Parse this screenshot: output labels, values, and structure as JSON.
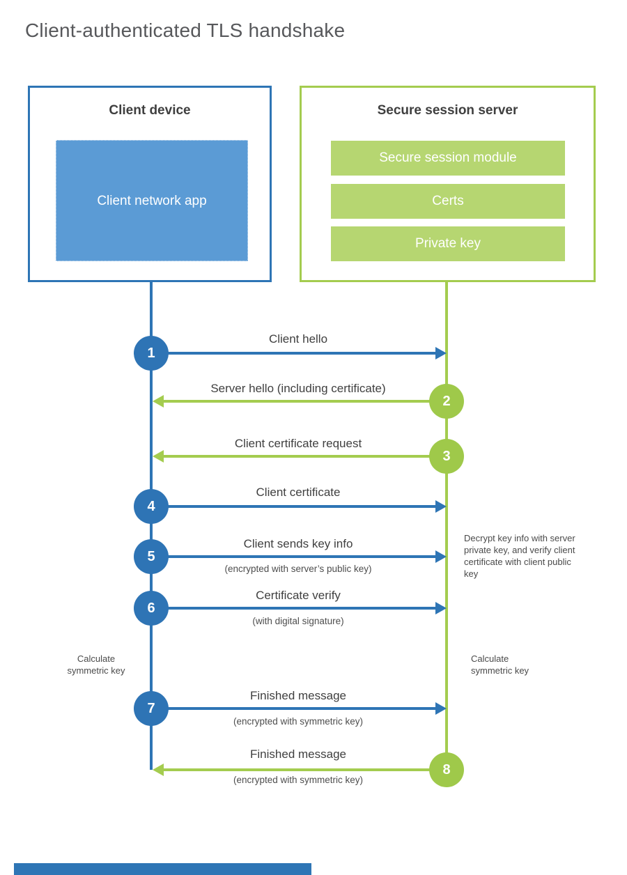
{
  "page": {
    "title": "Client-authenticated TLS handshake"
  },
  "colors": {
    "blue": "#2e75b5",
    "blue_fill": "#5b9bd5",
    "green": "#a4cc4f",
    "green_circle": "#9fc94a",
    "green_fill": "#b6d671",
    "heading_text": "#3f3f3f",
    "note_text": "#4a4a4a"
  },
  "client_box": {
    "title": "Client device",
    "app_label": "Client network app"
  },
  "server_box": {
    "title": "Secure session server",
    "modules": [
      "Secure session module",
      "Certs",
      "Private key"
    ]
  },
  "steps": [
    {
      "num": "1",
      "label": "Client hello",
      "sub": "",
      "direction": "right",
      "color": "blue"
    },
    {
      "num": "2",
      "label": "Server hello (including certificate)",
      "sub": "",
      "direction": "left",
      "color": "green"
    },
    {
      "num": "3",
      "label": "Client certificate request",
      "sub": "",
      "direction": "left",
      "color": "green"
    },
    {
      "num": "4",
      "label": "Client certificate",
      "sub": "",
      "direction": "right",
      "color": "blue"
    },
    {
      "num": "5",
      "label": "Client sends key info",
      "sub": "(encrypted with server’s public key)",
      "direction": "right",
      "color": "blue"
    },
    {
      "num": "6",
      "label": "Certificate verify",
      "sub": "(with digital signature)",
      "direction": "right",
      "color": "blue"
    },
    {
      "num": "7",
      "label": "Finished message",
      "sub": "(encrypted with symmetric key)",
      "direction": "right",
      "color": "blue"
    },
    {
      "num": "8",
      "label": "Finished message",
      "sub": "(encrypted with symmetric key)",
      "direction": "left",
      "color": "green"
    }
  ],
  "notes": {
    "decrypt": "Decrypt key info with server private key, and verify client certificate with client public key",
    "calc_left": "Calculate symmetric key",
    "calc_right": "Calculate symmetric key"
  }
}
